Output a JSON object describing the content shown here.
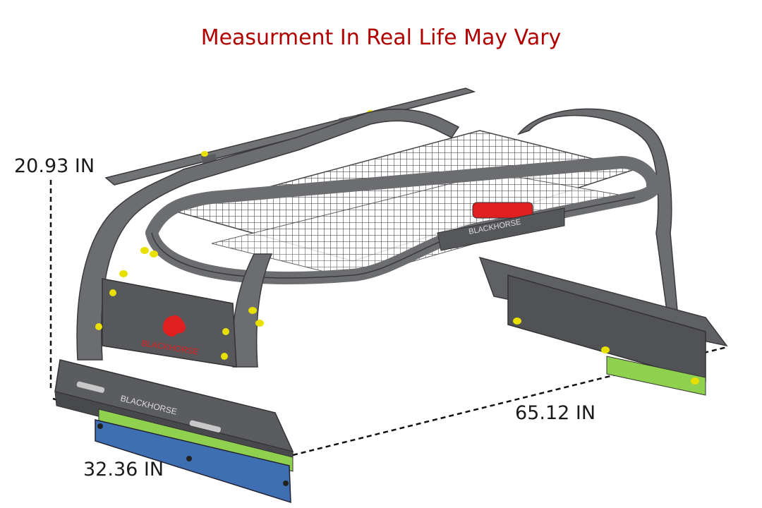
{
  "title": "Measurment In Real Life May Vary",
  "dimensions": {
    "height": "20.93 IN",
    "length": "65.12 IN",
    "width": "32.36 IN"
  },
  "brand": {
    "plate_text": "BLACKHORSE",
    "logo_text": "BLACKHORSE"
  },
  "colors": {
    "title": "#b00000",
    "frame": "#6b6d70",
    "frame_dark": "#4a4c4f",
    "bolt": "#e8e000",
    "bracket_green": "#8fd14f",
    "bracket_blue": "#3f6fb3",
    "light": "#e02020"
  }
}
